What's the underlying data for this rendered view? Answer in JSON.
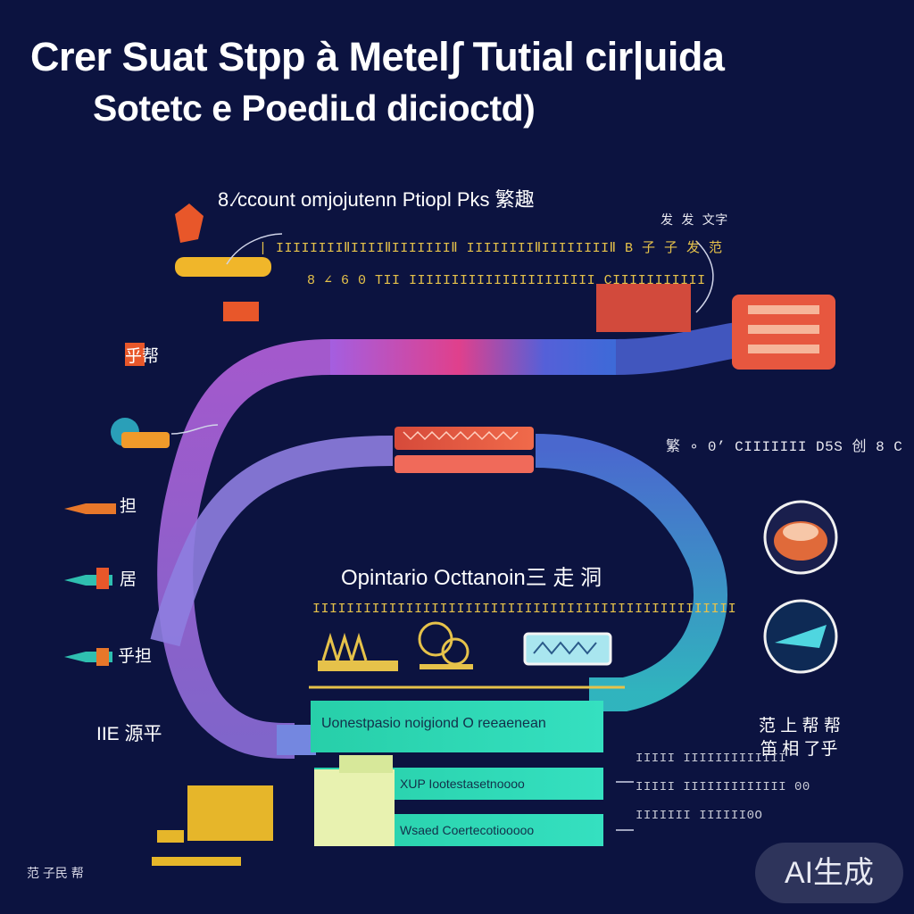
{
  "title": {
    "line1": "Crer Suat Stpp à Metelʃ Tutial cir|uida",
    "line2": "Sotetc e Poediʟd dicioctd)"
  },
  "upper_section": {
    "heading": "8.⁄ccount omjojutenn Ptiopl  Pks   繁趣",
    "ticker_a": "| IIIIIIIIⅡIIIIⅡIIIIIIIⅡ IIIIIIIIⅡIIIIIIIIⅡ B 子 子 发 范",
    "ticker_b": "8 ∠ 6 0 TII IIIIIIIIIIIIIIIIIIIIII CIIIIIIIIIII",
    "right_note": "发 发 文字"
  },
  "middle_section": {
    "right_ticker": "繁 ∘ 0’ CIIIIIII D5S 创 8 C"
  },
  "lower_section": {
    "heading": "Opintario  Octtanoin三 走 洞",
    "ticker": "IIIIIIIIIIIIIIIIIIIIIIIIIIIIIIIIIIIIIIIIIIIIIIIIII",
    "bar1_label": "Uonestpasio noigiond  O reeaenean",
    "bar2_label": "XUP Iootestasetnoooo",
    "bar3_label": "Wsaed Coertecotiooooo",
    "right_ticker_1": "范 上 帮 帮",
    "right_ticker_2": "笛 相 了乎",
    "right_ticker_3": "IIIII IIIIIIIIIIIII 00",
    "right_ticker_4": "IIIII IIIIIIIIIIIII",
    "right_ticker_5": "IIIIIII IIIIII0O"
  },
  "side_labels": {
    "a": "担",
    "b": "居",
    "c": "乎担",
    "d": "乎帮",
    "e": "IIE 源平"
  },
  "footer": {
    "left": "范 子民 帮",
    "watermark": "AI生成"
  },
  "colors": {
    "background": "#0c1340",
    "loop_purple": "#9b5de5",
    "loop_pink": "#e0408c",
    "loop_blue": "#4e6fd6",
    "loop_teal": "#2cc8c0",
    "accent_gold": "#e6c24a",
    "accent_red": "#e4573a",
    "bar_teal": "#2fd8b4"
  },
  "icons": [
    "figure-icon",
    "fish-icon",
    "arrow-icon",
    "bowl-icon",
    "lens-icon",
    "gear-icon",
    "cloud-icon",
    "crown-icon",
    "truck-icon"
  ]
}
